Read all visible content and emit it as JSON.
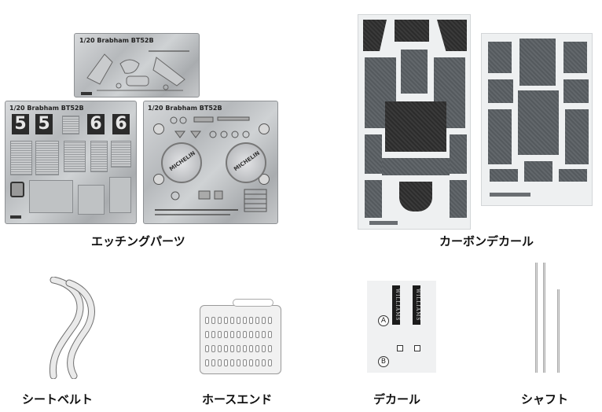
{
  "captions": {
    "etching": "エッチングパーツ",
    "carbon": "カーボンデカール",
    "seatbelt": "シートベルト",
    "hose": "ホースエンド",
    "decal": "デカール",
    "shaft": "シャフト"
  },
  "etching": {
    "sheet_label": "1/20 Brabham BT52B",
    "numbers": [
      "5",
      "5",
      "6",
      "6"
    ],
    "tire_label": "MICHELIN"
  },
  "decal": {
    "strip_text": "WILLIAMS",
    "marker_a": "A",
    "marker_b": "B"
  },
  "colors": {
    "carbon": "#2c2c2c",
    "carbon_grey": "#5a5f63",
    "metal": "#c3c6c8"
  }
}
